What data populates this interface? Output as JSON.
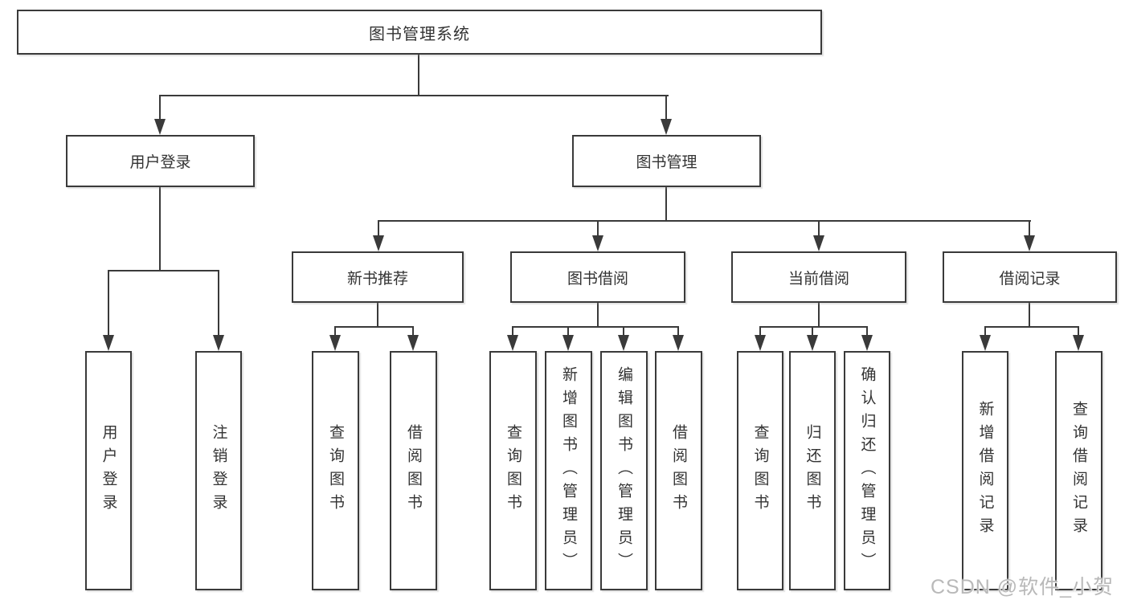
{
  "diagram": {
    "root": {
      "label": "图书管理系统"
    },
    "branches": [
      {
        "label": "用户登录",
        "children": [
          {
            "label": "用户登录"
          },
          {
            "label": "注销登录"
          }
        ]
      },
      {
        "label": "图书管理",
        "children": [
          {
            "label": "新书推荐",
            "children": [
              {
                "label": "查询图书"
              },
              {
                "label": "借阅图书"
              }
            ]
          },
          {
            "label": "图书借阅",
            "children": [
              {
                "label": "查询图书"
              },
              {
                "label": "新增图书（管理员）"
              },
              {
                "label": "编辑图书（管理员）"
              },
              {
                "label": "借阅图书"
              }
            ]
          },
          {
            "label": "当前借阅",
            "children": [
              {
                "label": "查询图书"
              },
              {
                "label": "归还图书"
              },
              {
                "label": "确认归还（管理员）"
              }
            ]
          },
          {
            "label": "借阅记录",
            "children": [
              {
                "label": "新增借阅记录"
              },
              {
                "label": "查询借阅记录"
              }
            ]
          }
        ]
      }
    ]
  },
  "watermark": {
    "text": "CSDN @软件_小贺同学"
  },
  "colors": {
    "background": "#ffffff",
    "box_fill": "#ffffff",
    "line": "#3a3a3a",
    "text": "#333333",
    "watermark": "#b9b9b9"
  }
}
